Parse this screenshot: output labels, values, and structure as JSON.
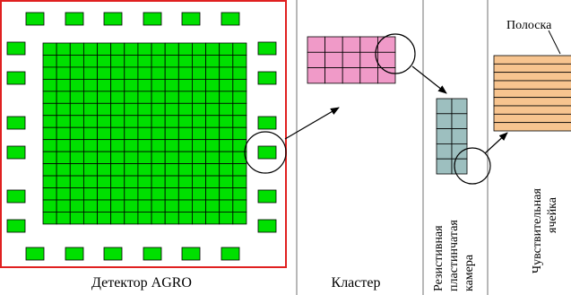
{
  "labels": {
    "detector": "Детектор AGRO",
    "cluster": "Кластер",
    "chamber_line1": "Резистивная",
    "chamber_line2": "пластинчатая",
    "chamber_line3": "камера",
    "strip": "Полоска",
    "cell_line1": "Чувствительная",
    "cell_line2": "ячейка"
  },
  "colors": {
    "detector_frame": "#e02020",
    "detector_cell": "#00e000",
    "cluster_cell": "#f09ac8",
    "chamber_cell": "#9dbfbf",
    "strip_fill": "#f7c48f",
    "divider": "#a0a0a0"
  },
  "structure": {
    "detector_grid": {
      "rows": 15,
      "cols": 15
    },
    "cluster_grid": {
      "rows": 3,
      "cols": 5
    },
    "chamber_grid": {
      "rows": 5,
      "cols": 2
    },
    "strip_count": 9
  }
}
